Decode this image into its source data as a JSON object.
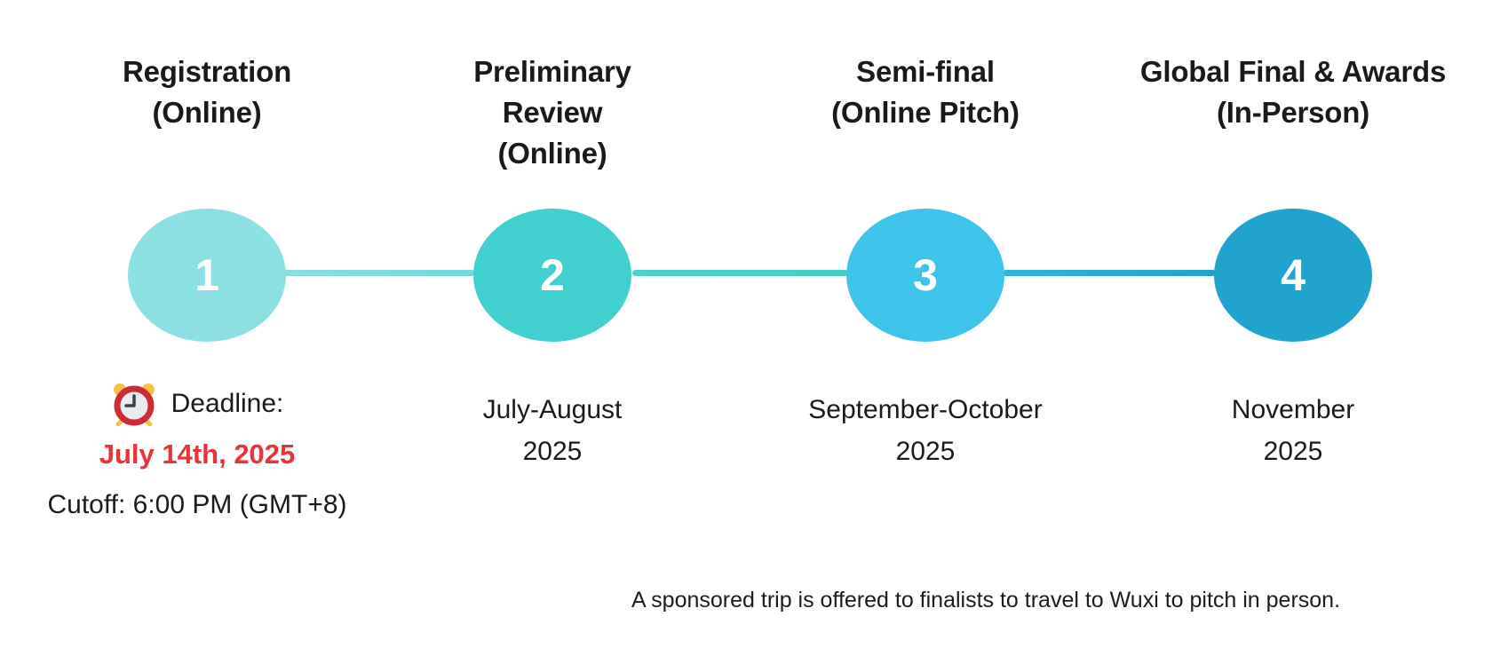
{
  "stages": [
    {
      "number": "1",
      "title": "Registration\n(Online)",
      "circle_color": "#8BE0E3",
      "deadline_label": "Deadline:",
      "deadline_date": "July 14th, 2025",
      "cutoff": "Cutoff: 6:00 PM (GMT+8)"
    },
    {
      "number": "2",
      "title": "Preliminary\nReview\n(Online)",
      "circle_color": "#41CFD0",
      "date": "July-August\n2025"
    },
    {
      "number": "3",
      "title": "Semi-final\n(Online Pitch)",
      "circle_color": "#3EC3EB",
      "date": "September-October\n2025"
    },
    {
      "number": "4",
      "title": "Global Final & Awards\n(In-Person)",
      "circle_color": "#20A4CE",
      "date": "November\n2025"
    }
  ],
  "connectors": [
    {
      "from": "#8ADEE1",
      "to": "#70D9DC"
    },
    {
      "from": "#4DD1CB",
      "to": "#43CFC5"
    },
    {
      "from": "#2FB4DC",
      "to": "#1FA3CE"
    }
  ],
  "colors": {
    "deadline_red": "#ED3237",
    "text": "#1a1a1a",
    "alarm_ring": "#CE2B37",
    "alarm_bell": "#F6C445"
  },
  "footnote": "A sponsored trip is offered to finalists to travel to Wuxi to pitch in person."
}
